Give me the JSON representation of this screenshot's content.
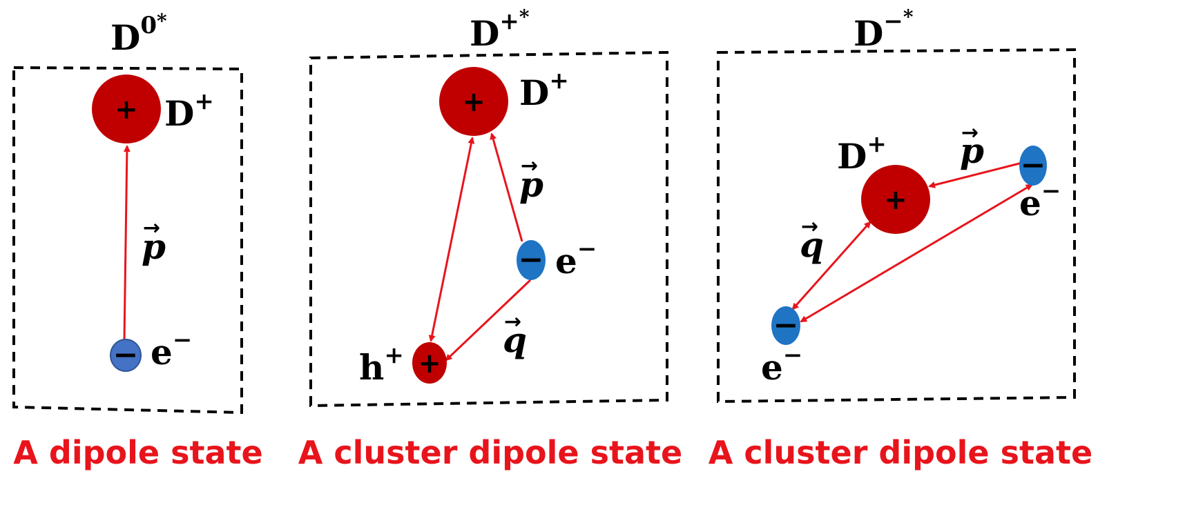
{
  "colors": {
    "positive": "#c00000",
    "negative": "#1f74c4",
    "negative_alt": "#4472c4",
    "arrow": "#e8141c",
    "caption": "#e8141c"
  },
  "panels": [
    {
      "title": {
        "base": "D",
        "sup": "0",
        "star": "*"
      },
      "caption": "A dipole state",
      "labels": {
        "donor": {
          "base": "D",
          "sup": "+"
        },
        "electron": {
          "base": "e",
          "sup": "−"
        },
        "vec_p": "p"
      }
    },
    {
      "title": {
        "base": "D",
        "sup": "+",
        "star": "*"
      },
      "caption": "A cluster dipole state",
      "labels": {
        "donor": {
          "base": "D",
          "sup": "+"
        },
        "electron": {
          "base": "e",
          "sup": "−"
        },
        "hole": {
          "base": "h",
          "sup": "+"
        },
        "vec_p": "p",
        "vec_q": "q"
      }
    },
    {
      "title": {
        "base": "D",
        "sup": "−",
        "star": "*"
      },
      "caption": "A cluster dipole state",
      "labels": {
        "donor": {
          "base": "D",
          "sup": "+"
        },
        "electron1": {
          "base": "e",
          "sup": "−"
        },
        "electron2": {
          "base": "e",
          "sup": "−"
        },
        "vec_p": "p",
        "vec_q": "q"
      }
    }
  ],
  "signs": {
    "plus": "+",
    "minus": "−"
  },
  "vector_arrow": "→"
}
